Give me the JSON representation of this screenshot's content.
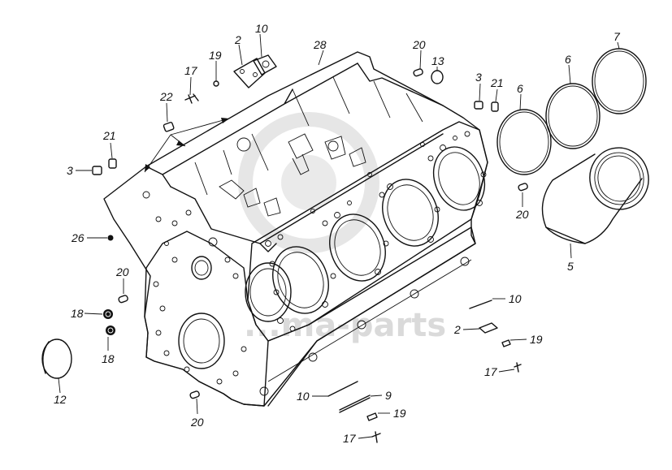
{
  "watermark": {
    "text": "...ma-parts"
  },
  "callouts": [
    {
      "id": "c-10a",
      "label": "10"
    },
    {
      "id": "c-2a",
      "label": "2"
    },
    {
      "id": "c-19a",
      "label": "19"
    },
    {
      "id": "c-17a",
      "label": "17"
    },
    {
      "id": "c-22",
      "label": "22"
    },
    {
      "id": "c-28",
      "label": "28"
    },
    {
      "id": "c-20a",
      "label": "20"
    },
    {
      "id": "c-13",
      "label": "13"
    },
    {
      "id": "c-3a",
      "label": "3"
    },
    {
      "id": "c-21a",
      "label": "21"
    },
    {
      "id": "c-6a",
      "label": "6"
    },
    {
      "id": "c-6b",
      "label": "6"
    },
    {
      "id": "c-7",
      "label": "7"
    },
    {
      "id": "c-21b",
      "label": "21"
    },
    {
      "id": "c-3b",
      "label": "3"
    },
    {
      "id": "c-26",
      "label": "26"
    },
    {
      "id": "c-20b",
      "label": "20"
    },
    {
      "id": "c-18a",
      "label": "18"
    },
    {
      "id": "c-18b",
      "label": "18"
    },
    {
      "id": "c-12",
      "label": "12"
    },
    {
      "id": "c-20c",
      "label": "20"
    },
    {
      "id": "c-5",
      "label": "5"
    },
    {
      "id": "c-10b",
      "label": "10"
    },
    {
      "id": "c-2b",
      "label": "2"
    },
    {
      "id": "c-19b",
      "label": "19"
    },
    {
      "id": "c-17b",
      "label": "17"
    },
    {
      "id": "c-10c",
      "label": "10"
    },
    {
      "id": "c-9",
      "label": "9"
    },
    {
      "id": "c-19c",
      "label": "19"
    },
    {
      "id": "c-17c",
      "label": "17"
    },
    {
      "id": "c-20d",
      "label": "20"
    }
  ]
}
